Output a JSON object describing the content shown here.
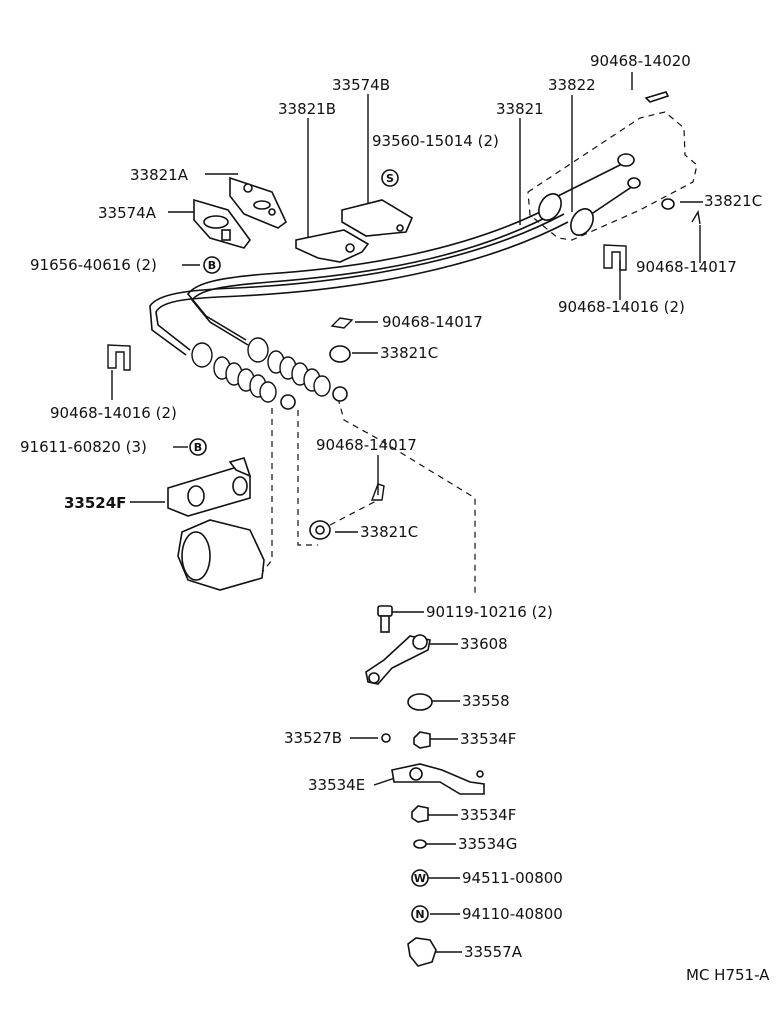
{
  "callouts": {
    "c01": "90468-14020",
    "c02": "33574B",
    "c03": "33822",
    "c04": "33821B",
    "c05": "33821",
    "c06": "93560-15014 (2)",
    "c07": "33821A",
    "c08": "33821C",
    "c09": "33574A",
    "c10": "90468-14017",
    "c11": "91656-40616 (2)",
    "c12": "90468-14016 (2)",
    "c13": "90468-14017",
    "c14": "33821C",
    "c15": "90468-14016 (2)",
    "c16": "90468-14017",
    "c17": "91611-60820 (3)",
    "c18": "33524F",
    "c19": "33821C",
    "c20": "90119-10216 (2)",
    "c21": "33608",
    "c22": "33558",
    "c23": "33527B",
    "c24": "33534F",
    "c25": "33534E",
    "c26": "33534F",
    "c27": "33534G",
    "c28": "94511-00800",
    "c29": "94110-40800",
    "c30": "33557A"
  },
  "symbols": {
    "s_letter": "S",
    "b_letter_1": "B",
    "b_letter_2": "B",
    "w_letter": "W",
    "n_letter": "N"
  },
  "diagram_code": "MC H751-A"
}
